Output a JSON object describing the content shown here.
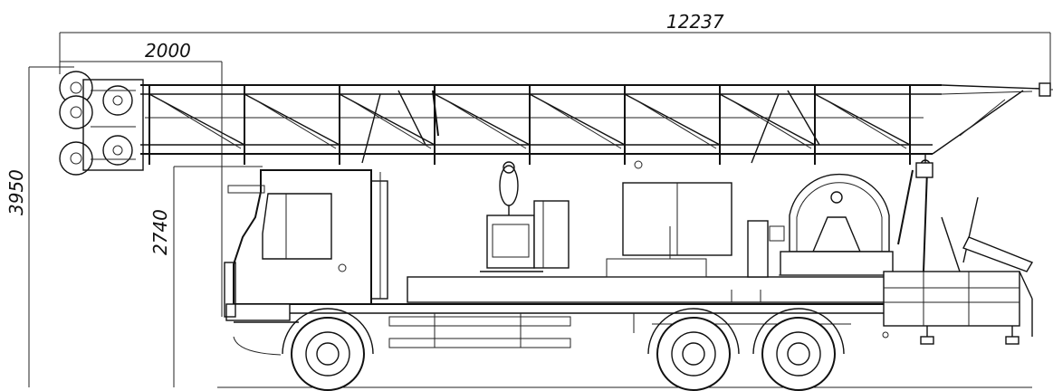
{
  "dimensions": {
    "overall_length": "12237",
    "front_overhang": "2000",
    "transport_height": "3950",
    "boom_rest_height": "2740"
  },
  "colors": {
    "line": "#111111",
    "background": "#ffffff"
  }
}
